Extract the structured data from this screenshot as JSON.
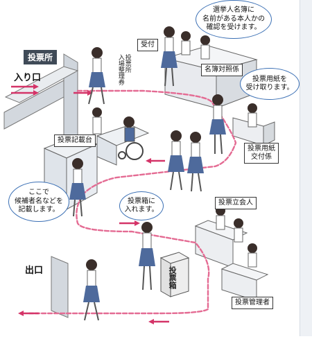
{
  "labels": {
    "polling_station": "投票所",
    "entrance": "入り口",
    "exit": "出口",
    "reception": "受付",
    "admission_ticket": "投票所\n入場整理券",
    "register_clerk": "名簿対照係",
    "ballot_delivery": "投票用紙\n交付係",
    "writing_desk": "投票記載台",
    "observer": "投票立会人",
    "manager": "投票管理者",
    "ballot_box": "投票箱"
  },
  "bubbles": {
    "register": "選挙人名簿に\n名前がある本人かの\n確認を受けます。",
    "receive": "投票用紙を\n受け取ります。",
    "write": "ここで\n候補者名などを\n記載します。",
    "insert": "投票箱に\n入れます。"
  },
  "colors": {
    "path": "#e46b93",
    "arrow": "#d43468",
    "bubble_border": "#3a6fb4",
    "skirt": "#4e6a9c",
    "hair": "#3a2e2a"
  }
}
